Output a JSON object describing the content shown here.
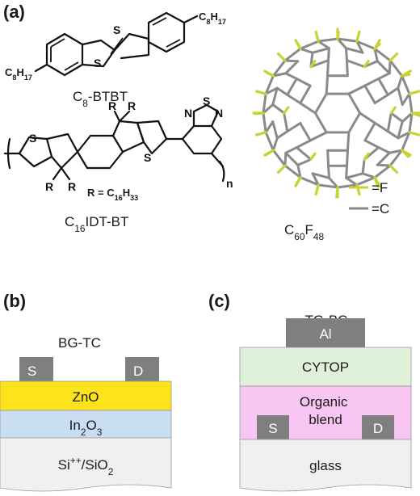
{
  "panel_labels": {
    "a": "(a)",
    "b": "(b)",
    "c": "(c)"
  },
  "molecules": {
    "btbt": {
      "name": "C8-BTBT",
      "substituent": "C8H17",
      "hetero_atom": "S"
    },
    "idtbt": {
      "name": "C16IDT-BT",
      "r_group_label": "R",
      "r_definition": "R = C16H33",
      "repeat_subscript": "n",
      "hetero_S": "S",
      "hetero_N": "N"
    },
    "fullerene": {
      "name": "C60F48"
    }
  },
  "legend": [
    {
      "label": "=F",
      "color": "#c8d232"
    },
    {
      "label": "=C",
      "color": "#8a8a8a"
    }
  ],
  "device_b": {
    "title": "BG-TC",
    "source": "S",
    "drain": "D",
    "layers": [
      {
        "label": "ZnO",
        "color": "#fde31b"
      },
      {
        "label": "In2O3",
        "color": "#c9dff1"
      },
      {
        "label": "Si++/SiO2",
        "color": "#f0f0f0"
      }
    ]
  },
  "device_c": {
    "title": "TG-BC",
    "gate": "Al",
    "source": "S",
    "drain": "D",
    "layers": [
      {
        "label": "CYTOP",
        "color": "#dff1d8"
      },
      {
        "label": "Organic blend",
        "color": "#f9c6f3"
      },
      {
        "label": "glass",
        "color": "#f0f0f0"
      }
    ],
    "electrode_color": "#7f7f7f"
  }
}
